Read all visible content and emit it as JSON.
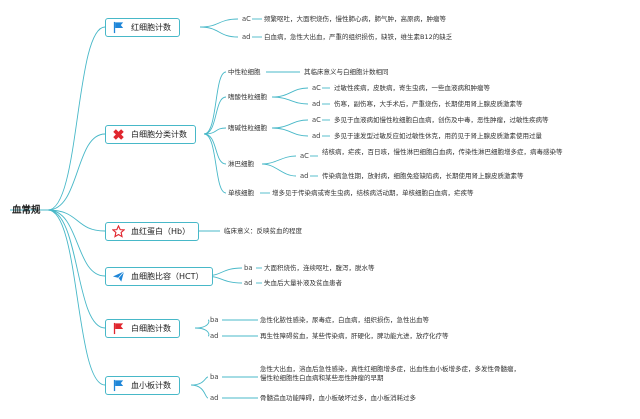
{
  "root": {
    "label": "血常规"
  },
  "colors": {
    "line": "#48b8c8",
    "flag_blue": "#1f86d8",
    "flag_red": "#e0262e"
  },
  "branches": [
    {
      "label": "红细胞计数",
      "icon": "blue-flag-icon",
      "items": [
        {
          "key": "aC",
          "text": "频繁呕吐，大面积烧伤，慢性肺心病，肺气肿，高原病，肿瘤等"
        },
        {
          "key": "ad",
          "text": "白血病，急性大出血，严重的组织损伤，缺铁，维生素B12的缺乏"
        }
      ]
    },
    {
      "label": "白细胞分类计数",
      "icon": "red-cross-icon",
      "subs": [
        {
          "label": "中性粒细胞",
          "text": "其临床意义与白细胞计数相同"
        },
        {
          "label": "嗜酸性粒细胞",
          "items": [
            {
              "key": "aC",
              "text": "过敏性疾病，皮肤病，寄生虫病，一些血液病和肿瘤等"
            },
            {
              "key": "ad",
              "text": "伤寒，副伤寒，大手术后，严重烧伤，长期使用肾上腺皮质激素等"
            }
          ]
        },
        {
          "label": "嗜碱性粒细胞",
          "items": [
            {
              "key": "aC",
              "text": "多见于血液病如慢性粒细胞白血病，创伤及中毒，恶性肿瘤，过敏性疾病等"
            },
            {
              "key": "ad",
              "text": "多见于速发型过敏反应如过敏性休克，用药见于肾上腺皮质激素使用过量"
            }
          ]
        },
        {
          "label": "淋巴细胞",
          "items": [
            {
              "key": "aC",
              "text": "结核病，疟疾，百日咳，慢性淋巴细胞白血病，传染性淋巴细胞增多症，病毒感染等"
            },
            {
              "key": "ad",
              "text": "传染病急性期，放射病，细胞免疫缺陷病，长期使用肾上腺皮质激素等"
            }
          ]
        },
        {
          "label": "单核细胞",
          "text": "增多见于传染病或寄生虫病，结核病活动期，单核细胞白血病，疟疾等"
        }
      ]
    },
    {
      "label": "血红蛋白（Hb）",
      "icon": "red-star-icon",
      "note": "临床意义：反映贫血的程度"
    },
    {
      "label": "血细胞比容（HCT）",
      "icon": "paper-plane-icon",
      "items": [
        {
          "key": "ba",
          "text": "大面积烧伤，连续呕吐，腹泻，脱水等"
        },
        {
          "key": "ad",
          "text": "失血后大量补液及贫血患者"
        }
      ]
    },
    {
      "label": "白细胞计数",
      "icon": "red-flag-icon",
      "items": [
        {
          "key": "ba",
          "text": "急性化脓性感染，尿毒症，白血病，组织损伤，急性出血等"
        },
        {
          "key": "ad",
          "text": "再生性障碍贫血，某些传染病，肝硬化，脾功能亢进，放疗化疗等"
        }
      ]
    },
    {
      "label": "血小板计数",
      "icon": "blue-flag-icon",
      "items": [
        {
          "key": "ba",
          "text": "急性大出血，溶血后急性感染，真性红细胞增多症，出血性血小板增多症，多发性骨髓瘤，慢性粒细胞性白血病和某些恶性肿瘤的早期"
        },
        {
          "key": "ad",
          "text": "骨髓造血功能障碍，血小板破坏过多，血小板消耗过多"
        }
      ]
    }
  ]
}
